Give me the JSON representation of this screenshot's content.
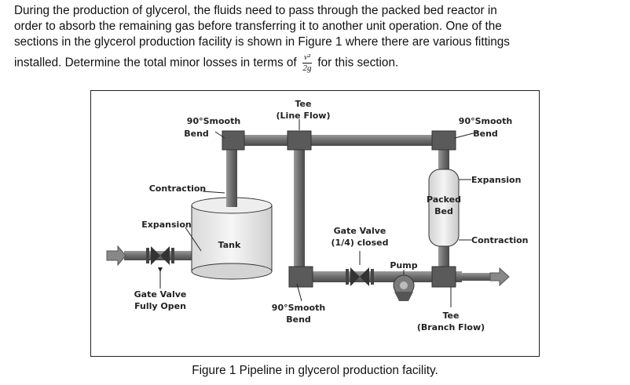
{
  "question": {
    "line1": "During the production of glycerol, the fluids need to pass through the packed bed reactor in",
    "line2": "order to absorb the remaining gas before transferring it to another unit operation. One of the",
    "line3": "sections in the glycerol production facility is shown in Figure 1 where there are various fittings",
    "line4_before": "installed. Determine the total minor losses in terms of",
    "frac_num": "v²",
    "frac_den": "2g",
    "line4_after": "for this section."
  },
  "figure": {
    "labels": {
      "bend_top_left_1": "90°Smooth",
      "bend_top_left_2": "Bend",
      "tee_line_1": "Tee",
      "tee_line_2": "(Line Flow)",
      "bend_top_right_1": "90°Smooth",
      "bend_top_right_2": "Bend",
      "contraction_left": "Contraction",
      "expansion_left": "Expansion",
      "tank": "Tank",
      "gate_valve_quarter_1": "Gate Valve",
      "gate_valve_quarter_2": "(1/4) closed",
      "packed_bed_1": "Packed",
      "packed_bed_2": "Bed",
      "expansion_right": "Expansion",
      "contraction_right": "Contraction",
      "pump": "Pump",
      "gate_valve_open_1": "Gate Valve",
      "gate_valve_open_2": "Fully Open",
      "bend_bottom_1": "90°Smooth",
      "bend_bottom_2": "Bend",
      "tee_branch_1": "Tee",
      "tee_branch_2": "(Branch Flow)"
    }
  },
  "caption": "Figure 1 Pipeline in glycerol production facility."
}
